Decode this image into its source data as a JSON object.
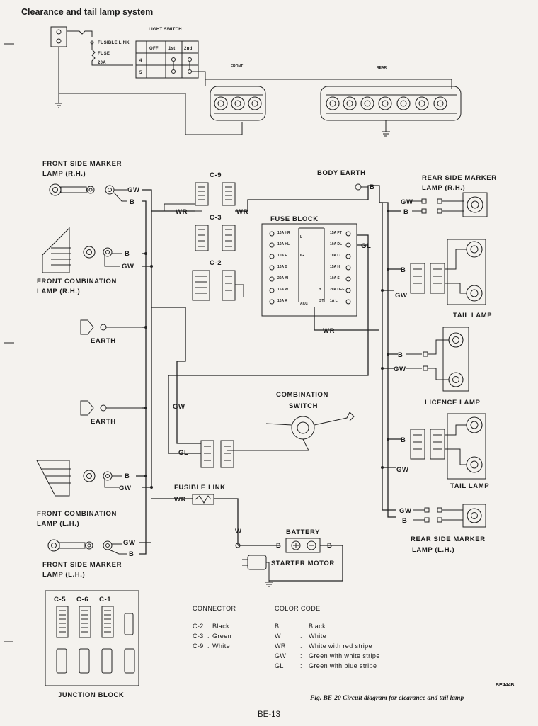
{
  "title": "Clearance and tail lamp system",
  "top": {
    "fusible_link": "FUSIBLE LINK",
    "fuse": "FUSE",
    "fuse_rating": "20A",
    "light_switch": "LIGHT SWITCH",
    "switch_cols": [
      "OFF",
      "1st",
      "2nd"
    ],
    "switch_rows": [
      "4",
      "5"
    ],
    "front": "FRONT",
    "rear": "REAR"
  },
  "labels": {
    "front_side_marker_rh": [
      "FRONT SIDE MARKER",
      "LAMP  (R.H.)"
    ],
    "front_combination_rh": [
      "FRONT COMBINATION",
      "LAMP  (R.H.)"
    ],
    "earth1": "EARTH",
    "earth2": "EARTH",
    "front_combination_lh": [
      "FRONT COMBINATION",
      "LAMP  (L.H.)"
    ],
    "front_side_marker_lh": [
      "FRONT SIDE MARKER",
      "LAMP  (L.H.)"
    ],
    "body_earth": "BODY EARTH",
    "rear_side_marker_rh": [
      "REAR SIDE MARKER",
      "LAMP      (R.H.)"
    ],
    "tail_lamp_1": "TAIL  LAMP",
    "licence_lamp": "LICENCE  LAMP",
    "tail_lamp_2": "TAIL  LAMP",
    "rear_side_marker_lh": [
      "REAR SIDE MARKER",
      "LAMP    (L.H.)"
    ],
    "fuse_block": "FUSE BLOCK",
    "combination_switch": [
      "COMBINATION",
      "SWITCH"
    ],
    "fusible_link_mid": "FUSIBLE  LINK",
    "battery": "BATTERY",
    "starter_motor": "STARTER MOTOR",
    "junction_block": "JUNCTION  BLOCK",
    "connectors": [
      "C-9",
      "C-3",
      "C-2"
    ],
    "jb_connectors": [
      "C-5",
      "C-6",
      "C-1"
    ]
  },
  "fuse_block": {
    "left_fuses": [
      "10A HR",
      "10A HL",
      "10A F",
      "10A G",
      "20A AI",
      "15A W",
      "10A A"
    ],
    "right_fuses": [
      "15A PT",
      "10A DL",
      "10A C",
      "15A H",
      "10A S",
      "20A DEF",
      "1A L"
    ],
    "terminals": [
      "L",
      "IG",
      "ACC",
      "B",
      "ST"
    ]
  },
  "wire_tags": {
    "gw": "GW",
    "b": "B",
    "wr": "WR",
    "gl": "GL",
    "w": "W"
  },
  "legend": {
    "connector_heading": "CONNECTOR",
    "connectors": [
      {
        "id": "C-2",
        "sep": ":",
        "color": "Black"
      },
      {
        "id": "C-3",
        "sep": ":",
        "color": "Green"
      },
      {
        "id": "C-9",
        "sep": ":",
        "color": "White"
      }
    ],
    "color_heading": "COLOR  CODE",
    "colors": [
      {
        "code": "B",
        "sep": ":",
        "name": "Black"
      },
      {
        "code": "W",
        "sep": ":",
        "name": "White"
      },
      {
        "code": "WR",
        "sep": ":",
        "name": "White with red stripe"
      },
      {
        "code": "GW",
        "sep": ":",
        "name": "Green with white stripe"
      },
      {
        "code": "GL",
        "sep": ":",
        "name": "Green with blue stripe"
      }
    ]
  },
  "ref_code": "BE444B",
  "caption": "Fig. BE-20  Circuit diagram for clearance and tail lamp",
  "page_number": "BE-13"
}
